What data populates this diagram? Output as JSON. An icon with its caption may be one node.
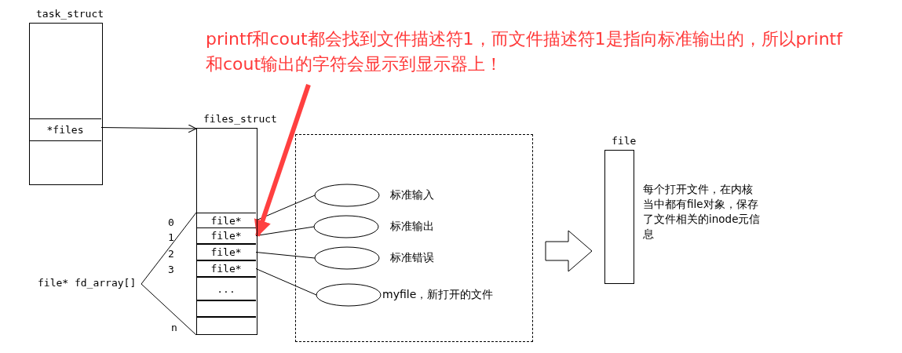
{
  "diagram": {
    "nodes": [
      {
        "text": [
          "task_struct"
        ]
      },
      {
        "text": [
          "*files"
        ],
        "in": 0
      },
      {
        "text": [
          "files_struct"
        ]
      },
      {
        "text": [
          "file*"
        ],
        "in": 2
      },
      {
        "text": [
          "file*"
        ],
        "in": 2
      },
      {
        "text": [
          "file*"
        ],
        "in": 2
      },
      {
        "text": [
          "file*"
        ],
        "in": 2
      },
      {
        "text": [
          "..."
        ],
        "in": 2
      },
      {
        "text": [],
        "shape": "box",
        "in": 2
      },
      {
        "text": [],
        "shape": "box",
        "in": 2
      },
      {
        "text": [
          "file* fd_array[]"
        ]
      },
      {
        "text": [],
        "shape": "box"
      },
      {
        "text": [],
        "shape": "ellipse",
        "in": 11,
        "beside": [
          "标准输入"
        ]
      },
      {
        "text": [],
        "shape": "ellipse",
        "in": 11,
        "beside": [
          "标准输出"
        ]
      },
      {
        "text": [],
        "shape": "ellipse",
        "in": 11,
        "beside": [
          "标准错误"
        ]
      },
      {
        "text": [],
        "shape": "ellipse",
        "in": 11,
        "beside": [
          "myfile，新打开的文件"
        ]
      },
      {
        "text": [
          "file"
        ],
        "beside": [
          "每个打开文件，在内核当中都有file对象，保存了文件相关的inode元信息"
        ]
      },
      {
        "text": [
          "printf和cout都会找到文件描述符1，而文件描述符1是指向标准输出的，所以printf和cout输出的字符会显示到显示器上！"
        ]
      }
    ],
    "edges": [
      {
        "from": 1,
        "to": 2,
        "arrow": "to"
      },
      {
        "from": 10,
        "to": 3,
        "arrow": "none"
      },
      {
        "from": 10,
        "to": 9,
        "arrow": "none"
      },
      {
        "from": 3,
        "to": 12,
        "arrow": "none"
      },
      {
        "from": 4,
        "to": 13,
        "arrow": "none"
      },
      {
        "from": 5,
        "to": 14,
        "arrow": "none"
      },
      {
        "from": 6,
        "to": 15,
        "arrow": "none"
      },
      {
        "from": 17,
        "to": 4,
        "arrow": "to",
        "style": "thick",
        "color": "#ff4040"
      },
      {
        "from": 11,
        "to": 16,
        "arrow": "to",
        "style": "thick"
      }
    ],
    "labels": [
      "0",
      "1",
      "2",
      "3",
      "n"
    ]
  }
}
